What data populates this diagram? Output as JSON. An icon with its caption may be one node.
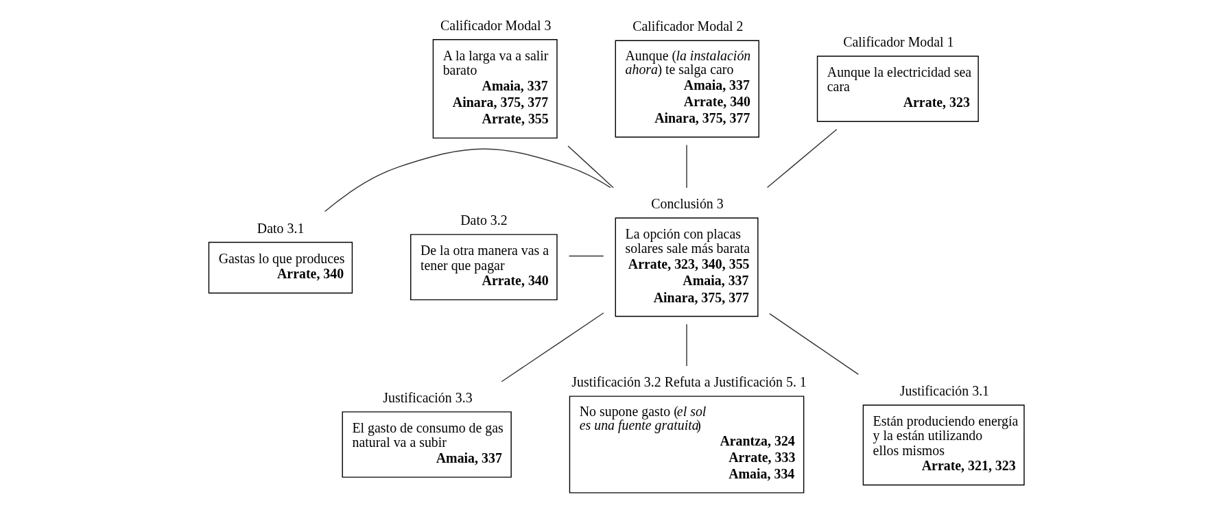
{
  "diagram": {
    "nodes": [
      {
        "text": [
          "Dato 3.1",
          "Gastas lo que produces",
          "Arrate, 340"
        ]
      },
      {
        "text": [
          "Calificador Modal 3",
          "A la larga va a salir barato",
          "Amaia, 337",
          "Ainara, 375, 377",
          "Arrate, 355"
        ]
      },
      {
        "text": [
          "Calificador Modal 2",
          "Aunque (*la instalación ahora*) te salga caro",
          "Amaia, 337",
          "Arrate, 340",
          "Ainara, 375, 377"
        ]
      },
      {
        "text": [
          "Calificador Modal 1",
          "Aunque la electricidad sea cara",
          "Arrate, 323"
        ]
      },
      {
        "text": [
          "Dato 3.2",
          "De la otra manera vas a tener que pagar",
          "Arrate, 340"
        ]
      },
      {
        "text": [
          "Conclusión 3",
          "La opción con placas solares sale más barata",
          "Arrate, 323, 340, 355",
          "Amaia, 337",
          "Ainara, 375, 377"
        ]
      },
      {
        "text": [
          "Justificación 3.3",
          "El gasto de consumo de gas natural va a subir",
          "Amaia, 337"
        ]
      },
      {
        "text": [
          "Justificación 3.2 Refuta a Justificación 5. 1",
          "No supone gasto (*el sol es una fuente gratuita*)",
          "Arantza, 324",
          "Arrate, 333",
          "Amaia, 334"
        ]
      },
      {
        "text": [
          "Justificación 3.1",
          "Están produciendo energía y la están utilizando ellos mismos",
          "Arrate, 321, 323"
        ]
      }
    ],
    "edges": [
      {
        "from": 0,
        "to": 5,
        "arrow": "none"
      },
      {
        "from": 4,
        "to": 5,
        "arrow": "none"
      },
      {
        "from": 1,
        "to": 5,
        "arrow": "none"
      },
      {
        "from": 2,
        "to": 5,
        "arrow": "none"
      },
      {
        "from": 3,
        "to": 5,
        "arrow": "none"
      },
      {
        "from": 6,
        "to": 5,
        "arrow": "none"
      },
      {
        "from": 7,
        "to": 5,
        "arrow": "none"
      },
      {
        "from": 8,
        "to": 5,
        "arrow": "none"
      }
    ]
  }
}
